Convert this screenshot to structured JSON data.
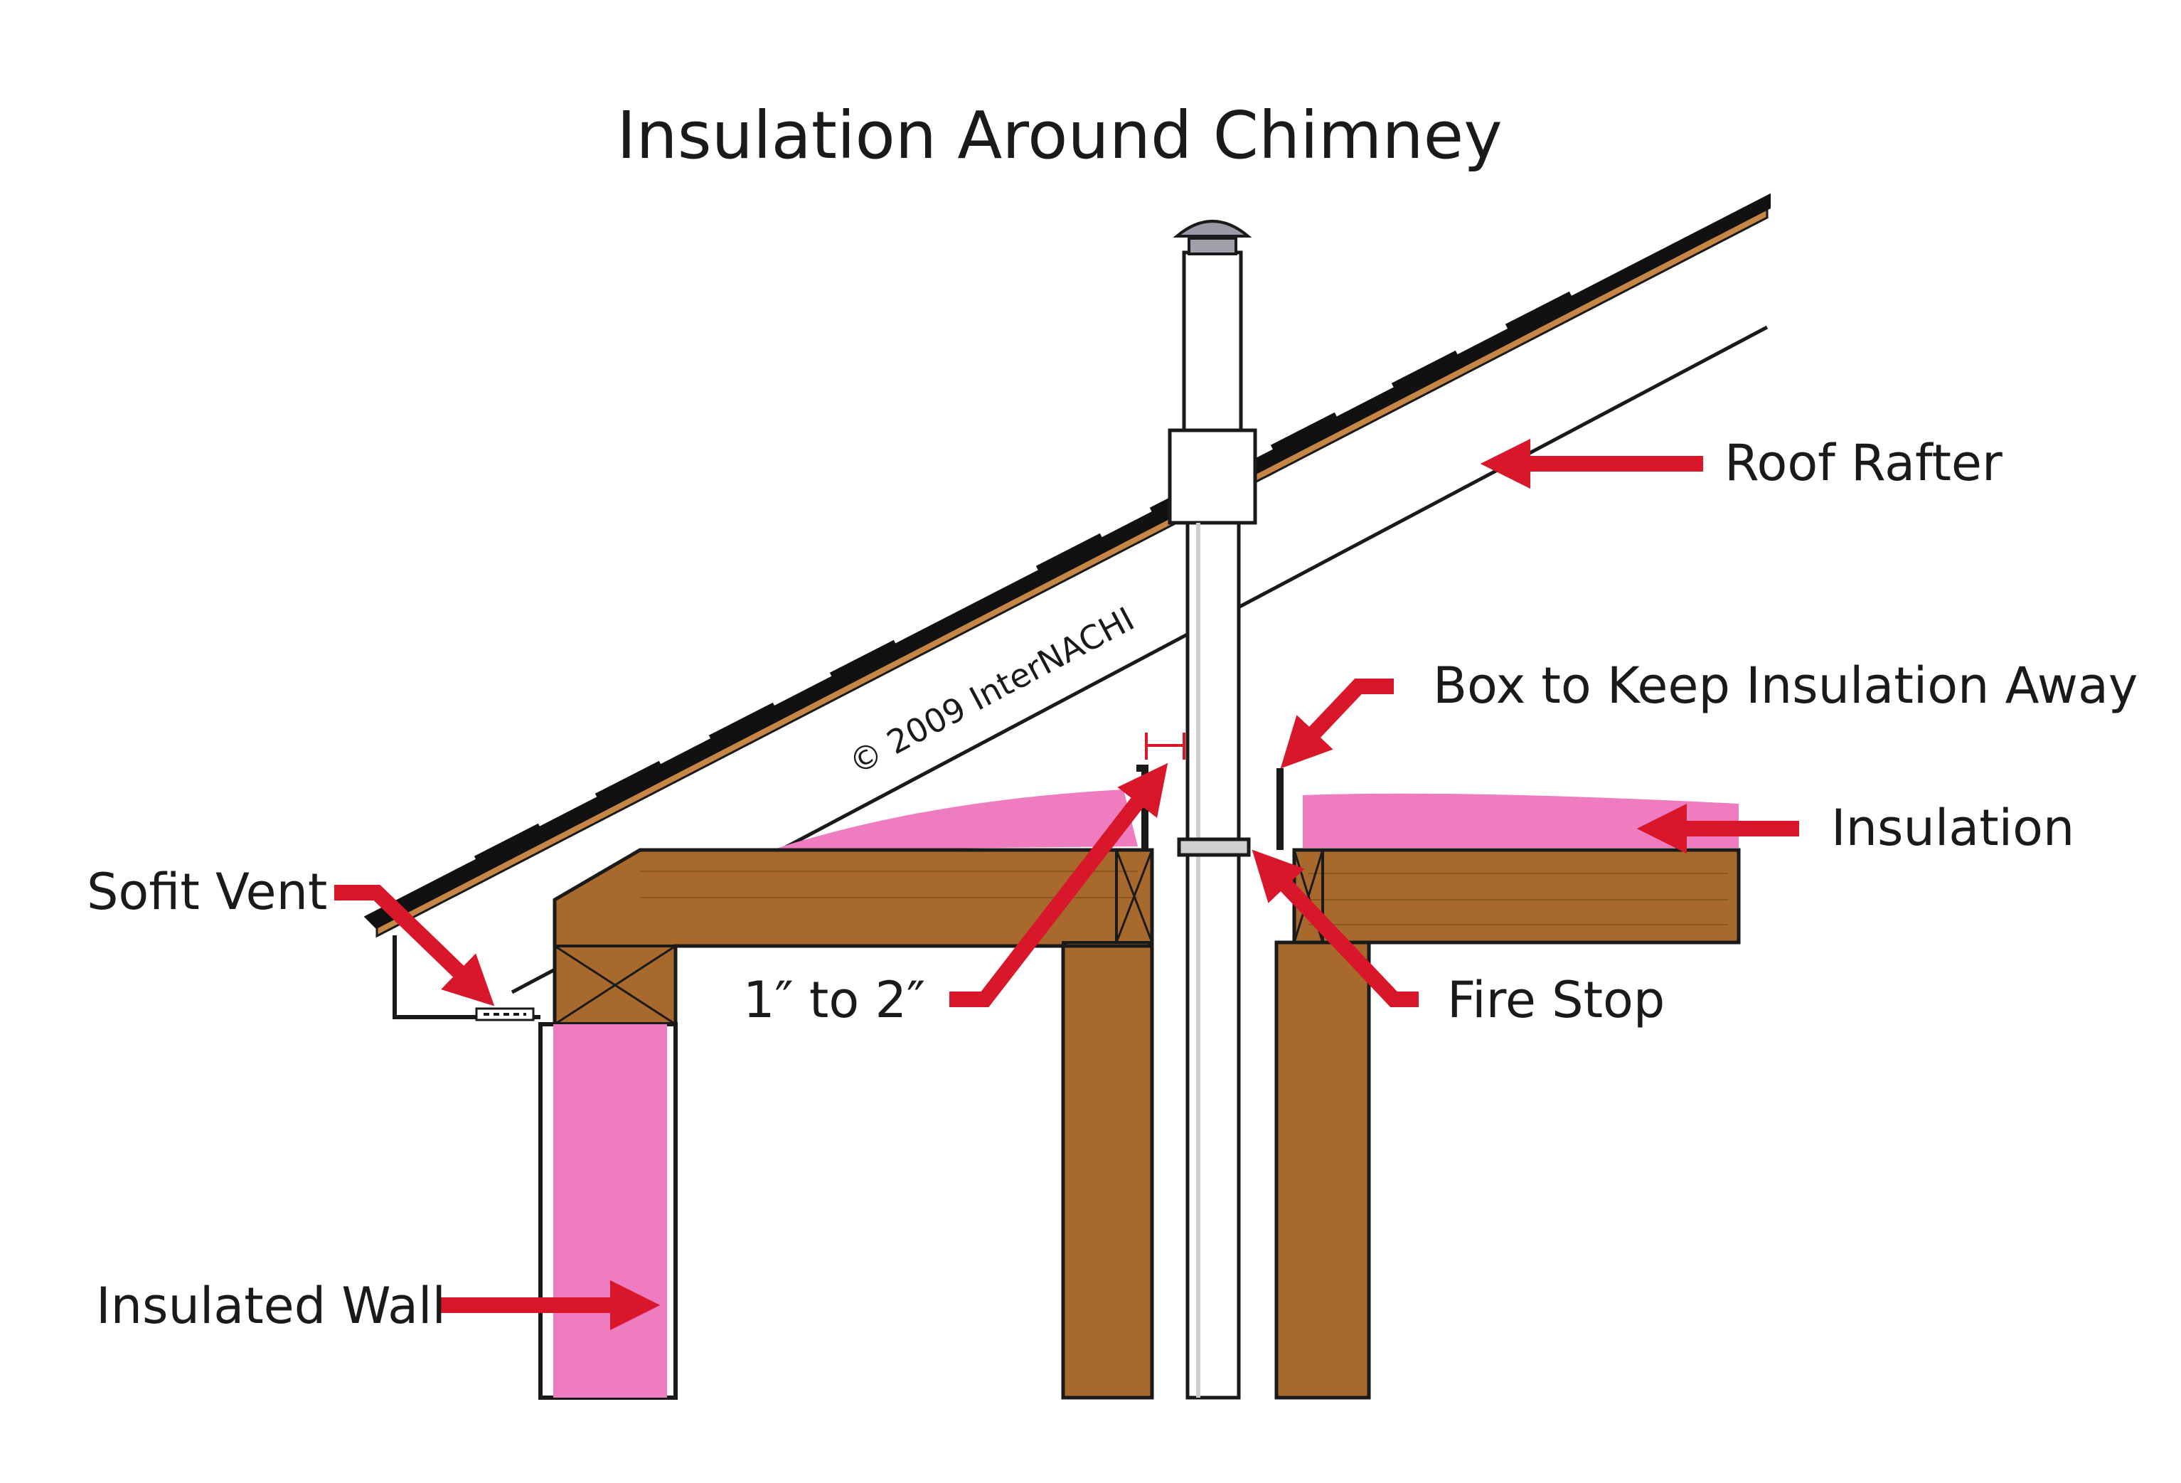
{
  "title": "Insulation Around Chimney",
  "watermark": "© 2009 InterNACHI",
  "labels": {
    "roof_rafter": "Roof Rafter",
    "box": "Box to Keep Insulation Away",
    "insulation": "Insulation",
    "fire_stop": "Fire Stop",
    "clearance": "1″ to 2″",
    "soffit_vent": "Sofit Vent",
    "insulated_wall": "Insulated Wall"
  },
  "colors": {
    "arrow": "#d8182a",
    "insulation": "#f07cc0",
    "wood": "#a86a2c"
  }
}
